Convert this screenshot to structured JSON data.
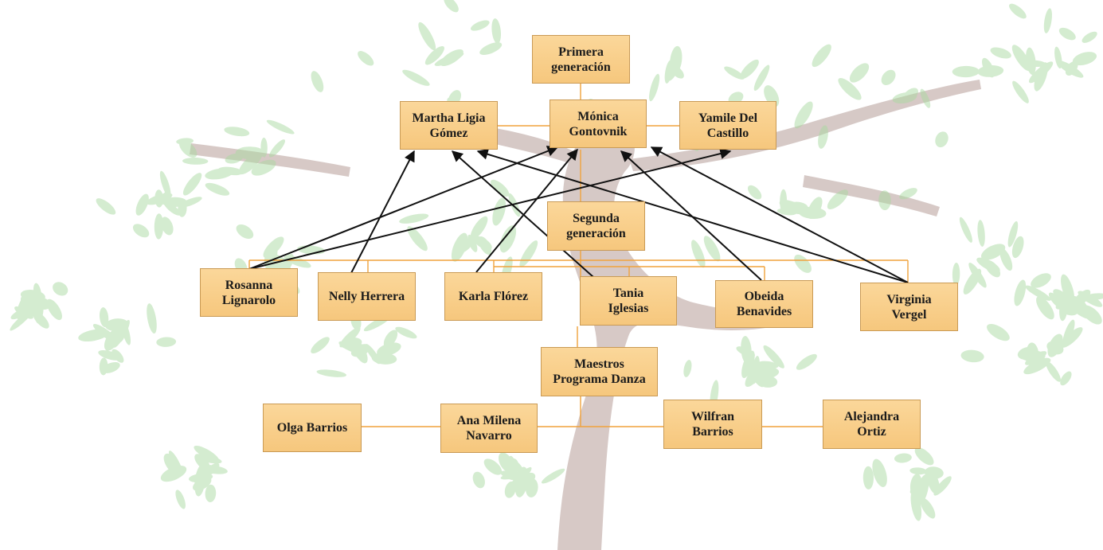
{
  "title": "",
  "colors": {
    "box_fill": "#f9cf8c",
    "box_border": "#c99a55",
    "connector": "#f0a23c",
    "arrow": "#111111",
    "leaf": "#a9d9a1",
    "trunk": "#c9b7b3"
  },
  "generations": {
    "first": {
      "label": "Primera\ngeneración"
    },
    "second": {
      "label": "Segunda\ngeneración"
    },
    "teachers": {
      "label": "Maestros\nPrograma Danza"
    }
  },
  "people": {
    "martha": "Martha Ligia\nGómez",
    "monica": "Mónica\nGontovnik",
    "yamile": "Yamile Del\nCastillo",
    "rosanna": "Rosanna\nLignarolo",
    "nelly": "Nelly Herrera",
    "karla": "Karla Flórez",
    "tania": "Tania\nIglesias",
    "obeida": "Obeida\nBenavides",
    "virginia": "Virginia\nVergel",
    "olga": "Olga Barrios",
    "ana": "Ana Milena\nNavarro",
    "wilfran": "Wilfran\nBarrios",
    "alejandra": "Alejandra\nOrtiz"
  },
  "influences": [
    {
      "from": "rosanna",
      "to": "monica"
    },
    {
      "from": "rosanna",
      "to": "yamile"
    },
    {
      "from": "nelly",
      "to": "martha"
    },
    {
      "from": "karla",
      "to": "monica"
    },
    {
      "from": "tania",
      "to": "martha"
    },
    {
      "from": "obeida",
      "to": "monica"
    },
    {
      "from": "virginia",
      "to": "martha"
    },
    {
      "from": "virginia",
      "to": "monica"
    }
  ]
}
